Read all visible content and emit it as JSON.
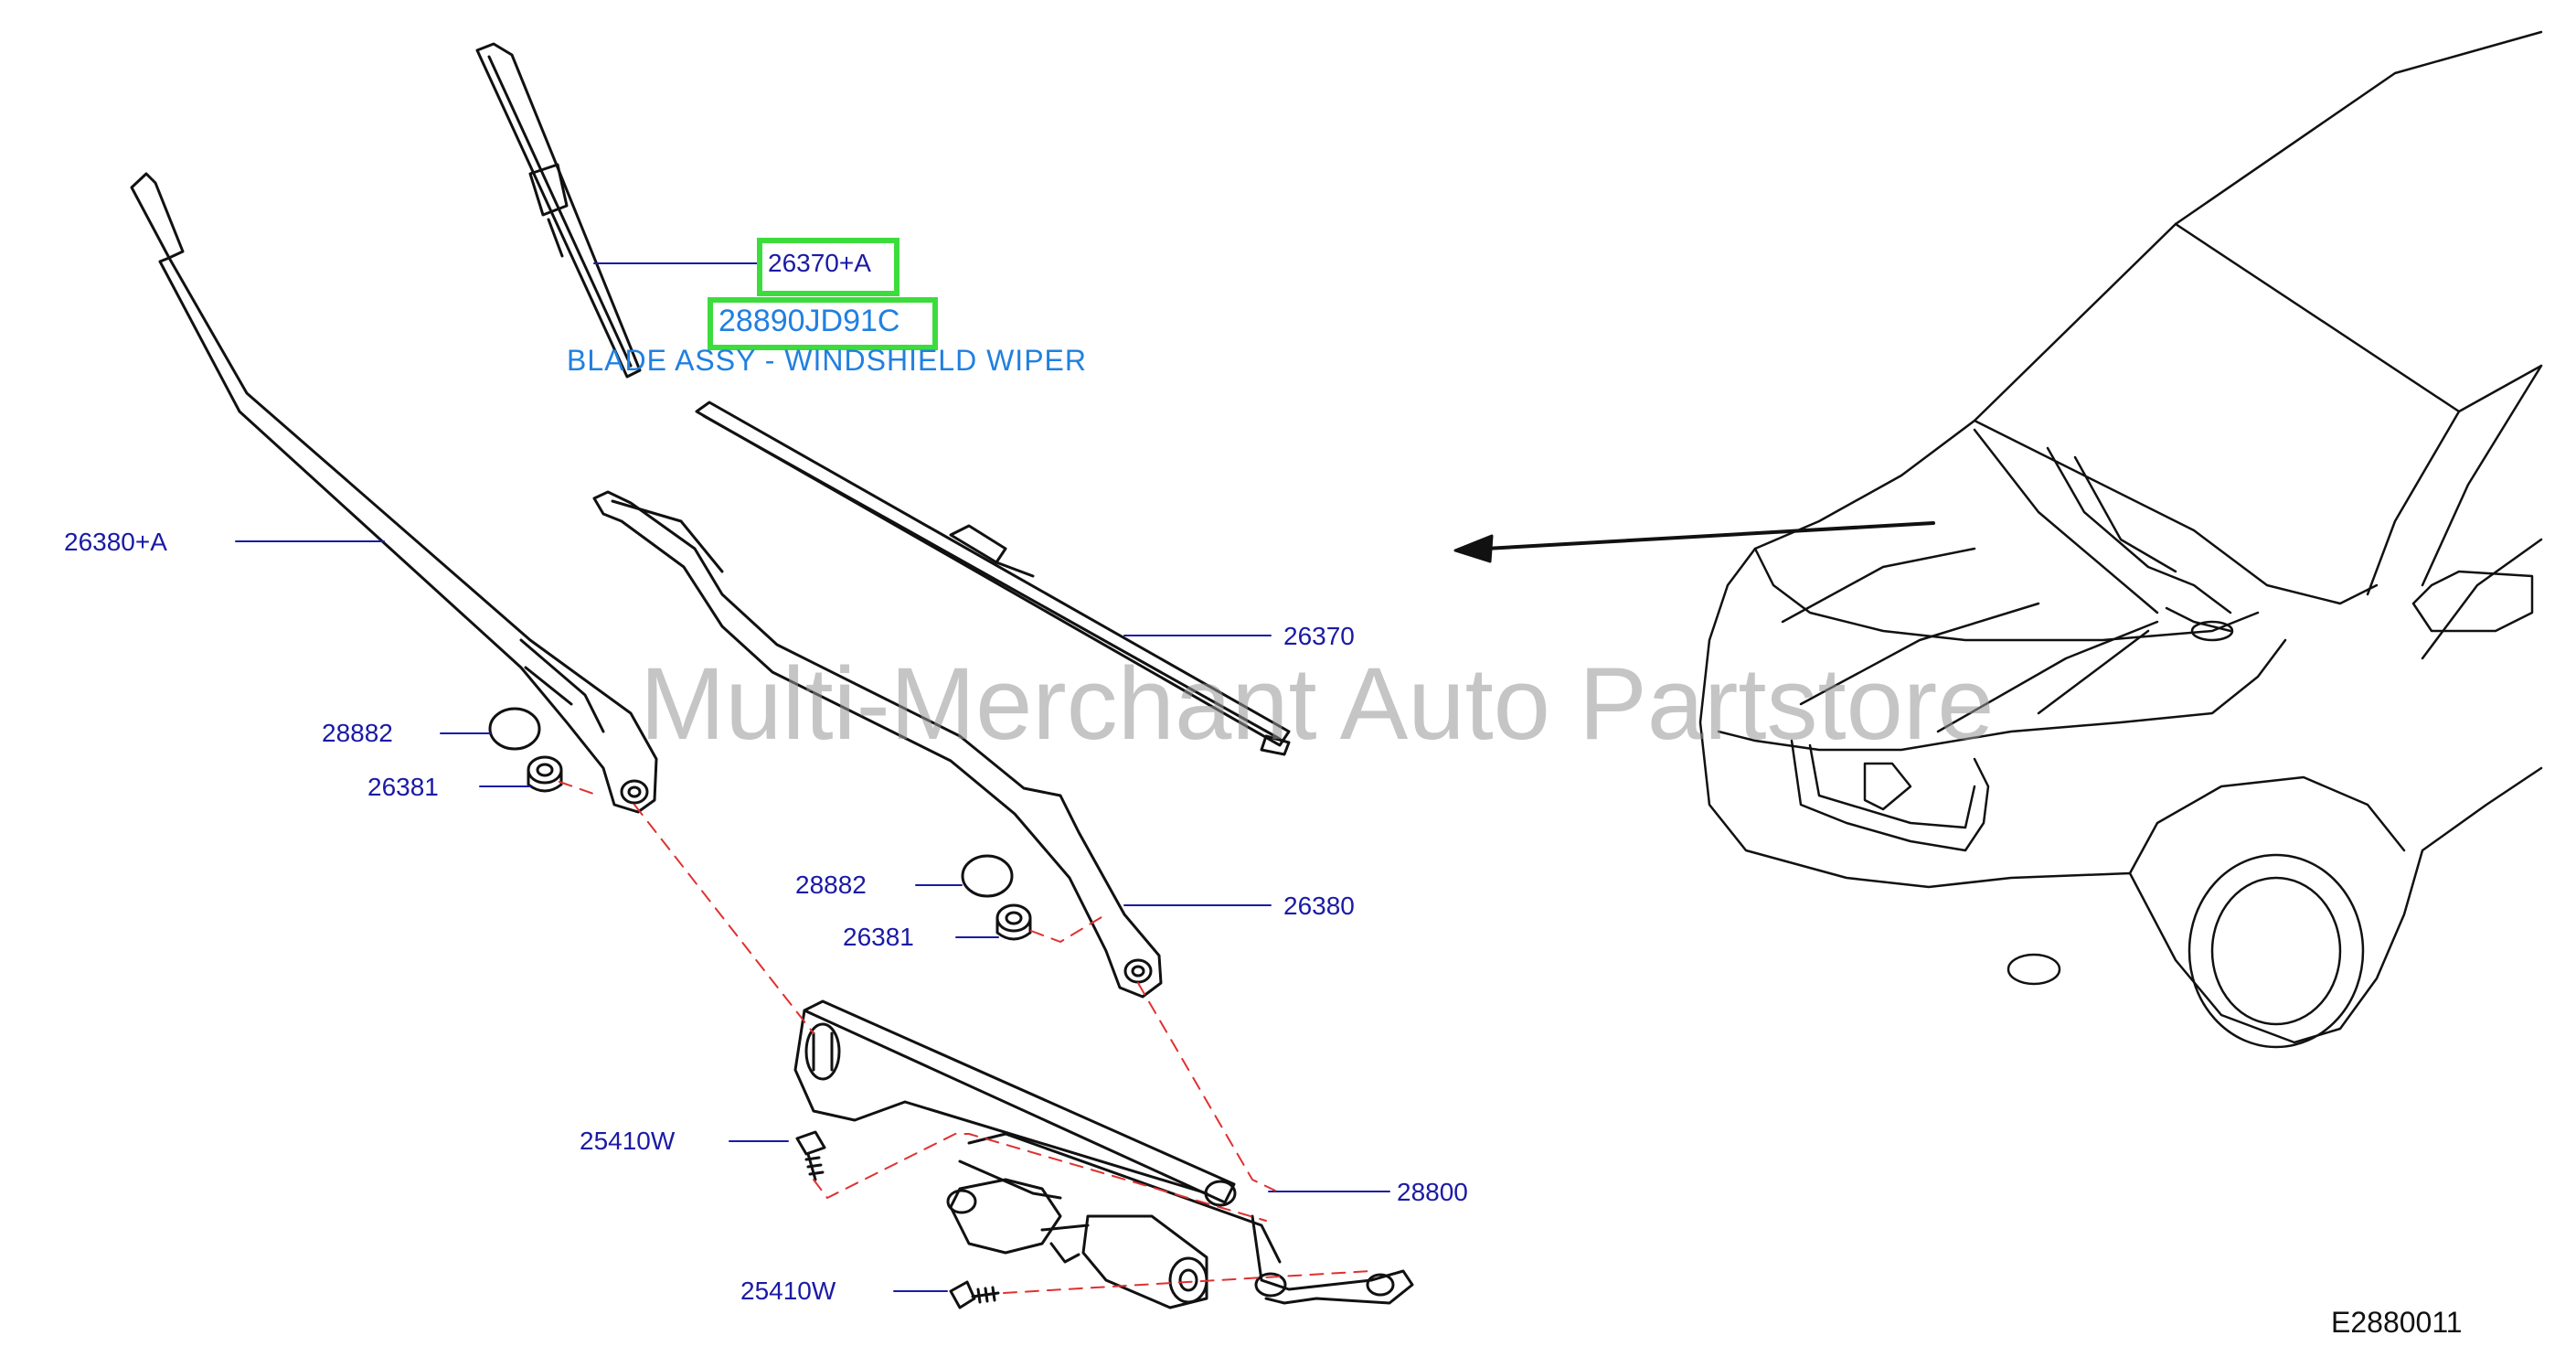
{
  "diagram": {
    "watermark": "Multi-Merchant Auto Partstore",
    "figure_code": "E2880011",
    "highlighted": {
      "part_ref": "26370+A",
      "part_number": "28890JD91C",
      "description": "BLADE ASSY - WINDSHIELD WIPER"
    },
    "callouts": [
      {
        "id": "26380A",
        "text": "26380+A"
      },
      {
        "id": "26370",
        "text": "26370"
      },
      {
        "id": "28882-left",
        "text": "28882"
      },
      {
        "id": "26381-left",
        "text": "26381"
      },
      {
        "id": "28882-right",
        "text": "28882"
      },
      {
        "id": "26381-right",
        "text": "26381"
      },
      {
        "id": "26380",
        "text": "26380"
      },
      {
        "id": "25410W-top",
        "text": "25410W"
      },
      {
        "id": "28800",
        "text": "28800"
      },
      {
        "id": "25410W-bottom",
        "text": "25410W"
      }
    ],
    "colors": {
      "label": "#1a1aa6",
      "highlight_border": "#3ddc3d",
      "description": "#2080e0",
      "linkage_dash": "#e03030",
      "line": "#111111"
    }
  }
}
